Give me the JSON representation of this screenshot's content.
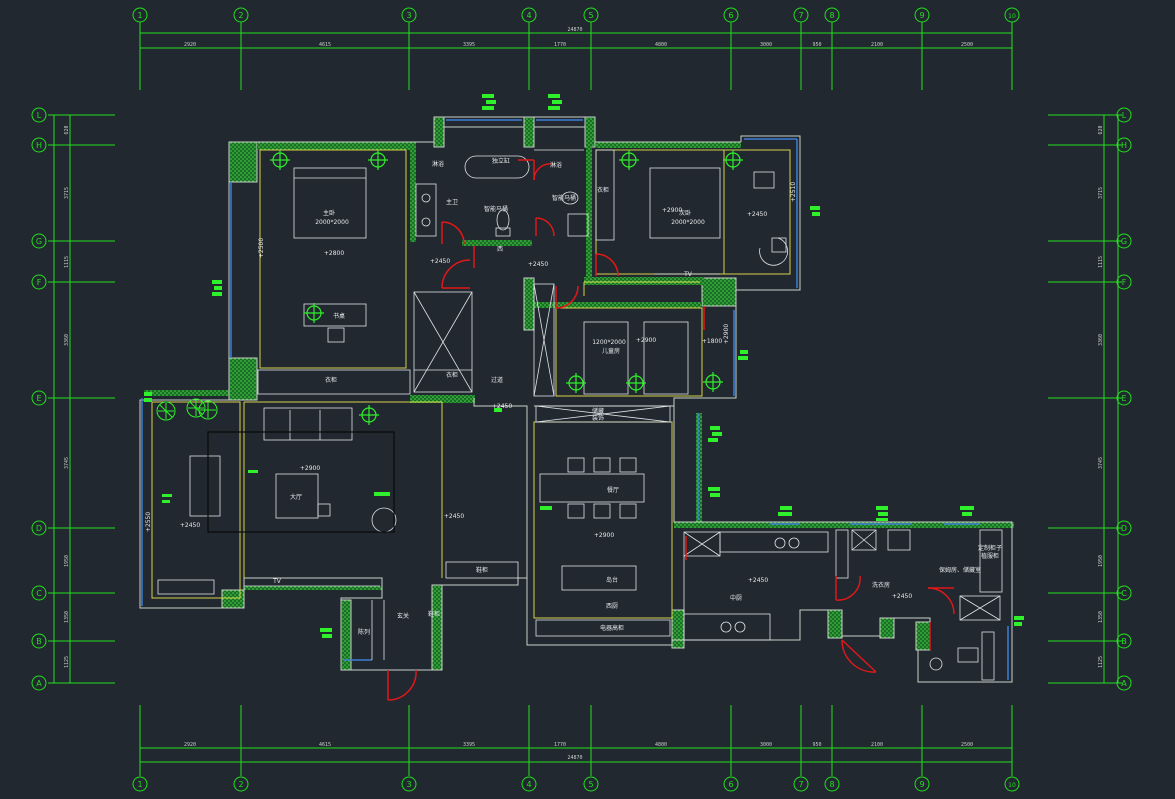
{
  "grid": {
    "columns": [
      "1",
      "2",
      "3",
      "4",
      "5",
      "6",
      "7",
      "8",
      "9",
      "10"
    ],
    "rows": [
      "A",
      "B",
      "C",
      "D",
      "E",
      "F",
      "G",
      "H",
      "L"
    ]
  },
  "dimensions": {
    "top_segments": [
      "2920",
      "4615",
      "3395",
      "1770",
      "4800",
      "3000",
      "950",
      "2100",
      "2500"
    ],
    "top_total": "24870",
    "bottom_segments": [
      "2920",
      "4615",
      "3395",
      "1770",
      "4800",
      "3000",
      "950",
      "2100",
      "2500"
    ],
    "bottom_total": "24870",
    "left_segments": [
      "1125",
      "1350",
      "1950",
      "3745",
      "3360",
      "1115",
      "3715",
      "620"
    ],
    "right_segments": [
      "1125",
      "1350",
      "1950",
      "3745",
      "3360",
      "1115",
      "3715",
      "620"
    ]
  },
  "rooms": {
    "master_bedroom": "主卧",
    "master_bed_size": "2000*2000",
    "master_level": "+2800",
    "desk": "书桌",
    "wardrobe": "衣柜",
    "shower_1": "淋浴",
    "bathtub": "独立缸",
    "master_bath": "主卫",
    "smart_toilet": "智能马桶",
    "smart_toilet_2": "智能马桶",
    "shower_2": "淋浴",
    "wardrobe_2": "衣柜",
    "second_level": "+2900",
    "second_bedroom": "次卧",
    "second_bed_size": "2000*2000",
    "second_side_level": "+2450",
    "tv_1": "TV",
    "window_height": "+2510",
    "level_a": "+2450",
    "level_b": "+2450",
    "height_2500": "+2500",
    "wardrobe_3": "衣柜",
    "corridor": "过道",
    "corridor_level": "+2450",
    "kids_bed": "1200*2000",
    "kids_level": "+2900",
    "kids_room": "儿童房",
    "level_1800": "+1800",
    "level_2900": "+2900",
    "living_level": "+2900",
    "living_room": "大厅",
    "tv_2": "TV",
    "balcony_level": "+2450",
    "balcony_height": "+2550",
    "living_side_level": "+2450",
    "shoe_cabinet": "鞋柜",
    "entrance": "玄关",
    "shoe_cab_2": "鞋柜",
    "display": "陈列",
    "cabinet_top": "储藏",
    "decor": "装饰",
    "dining_room": "餐厅",
    "dining_level": "+2900",
    "island": "岛台",
    "western_kitchen": "西厨",
    "appliance_cabinet": "电器高柜",
    "kitchen": "中厨",
    "kitchen_level": "+2450",
    "laundry": "洗衣房",
    "laundry_level": "+2450",
    "nanny": "保姆房、储藏室",
    "custom_1": "定制柜子",
    "custom_2": "植服柜",
    "wall_tag": "西"
  },
  "colors": {
    "background": "#212830",
    "axis": "#22e01c",
    "wall": "#c9cfc7",
    "wall_hatch": "#1f7a2a",
    "interior": "#d8d24a",
    "furniture": "#dfe3e5",
    "door": "#e01818",
    "window": "#3d7fd6",
    "tag": "#2ff02a"
  }
}
